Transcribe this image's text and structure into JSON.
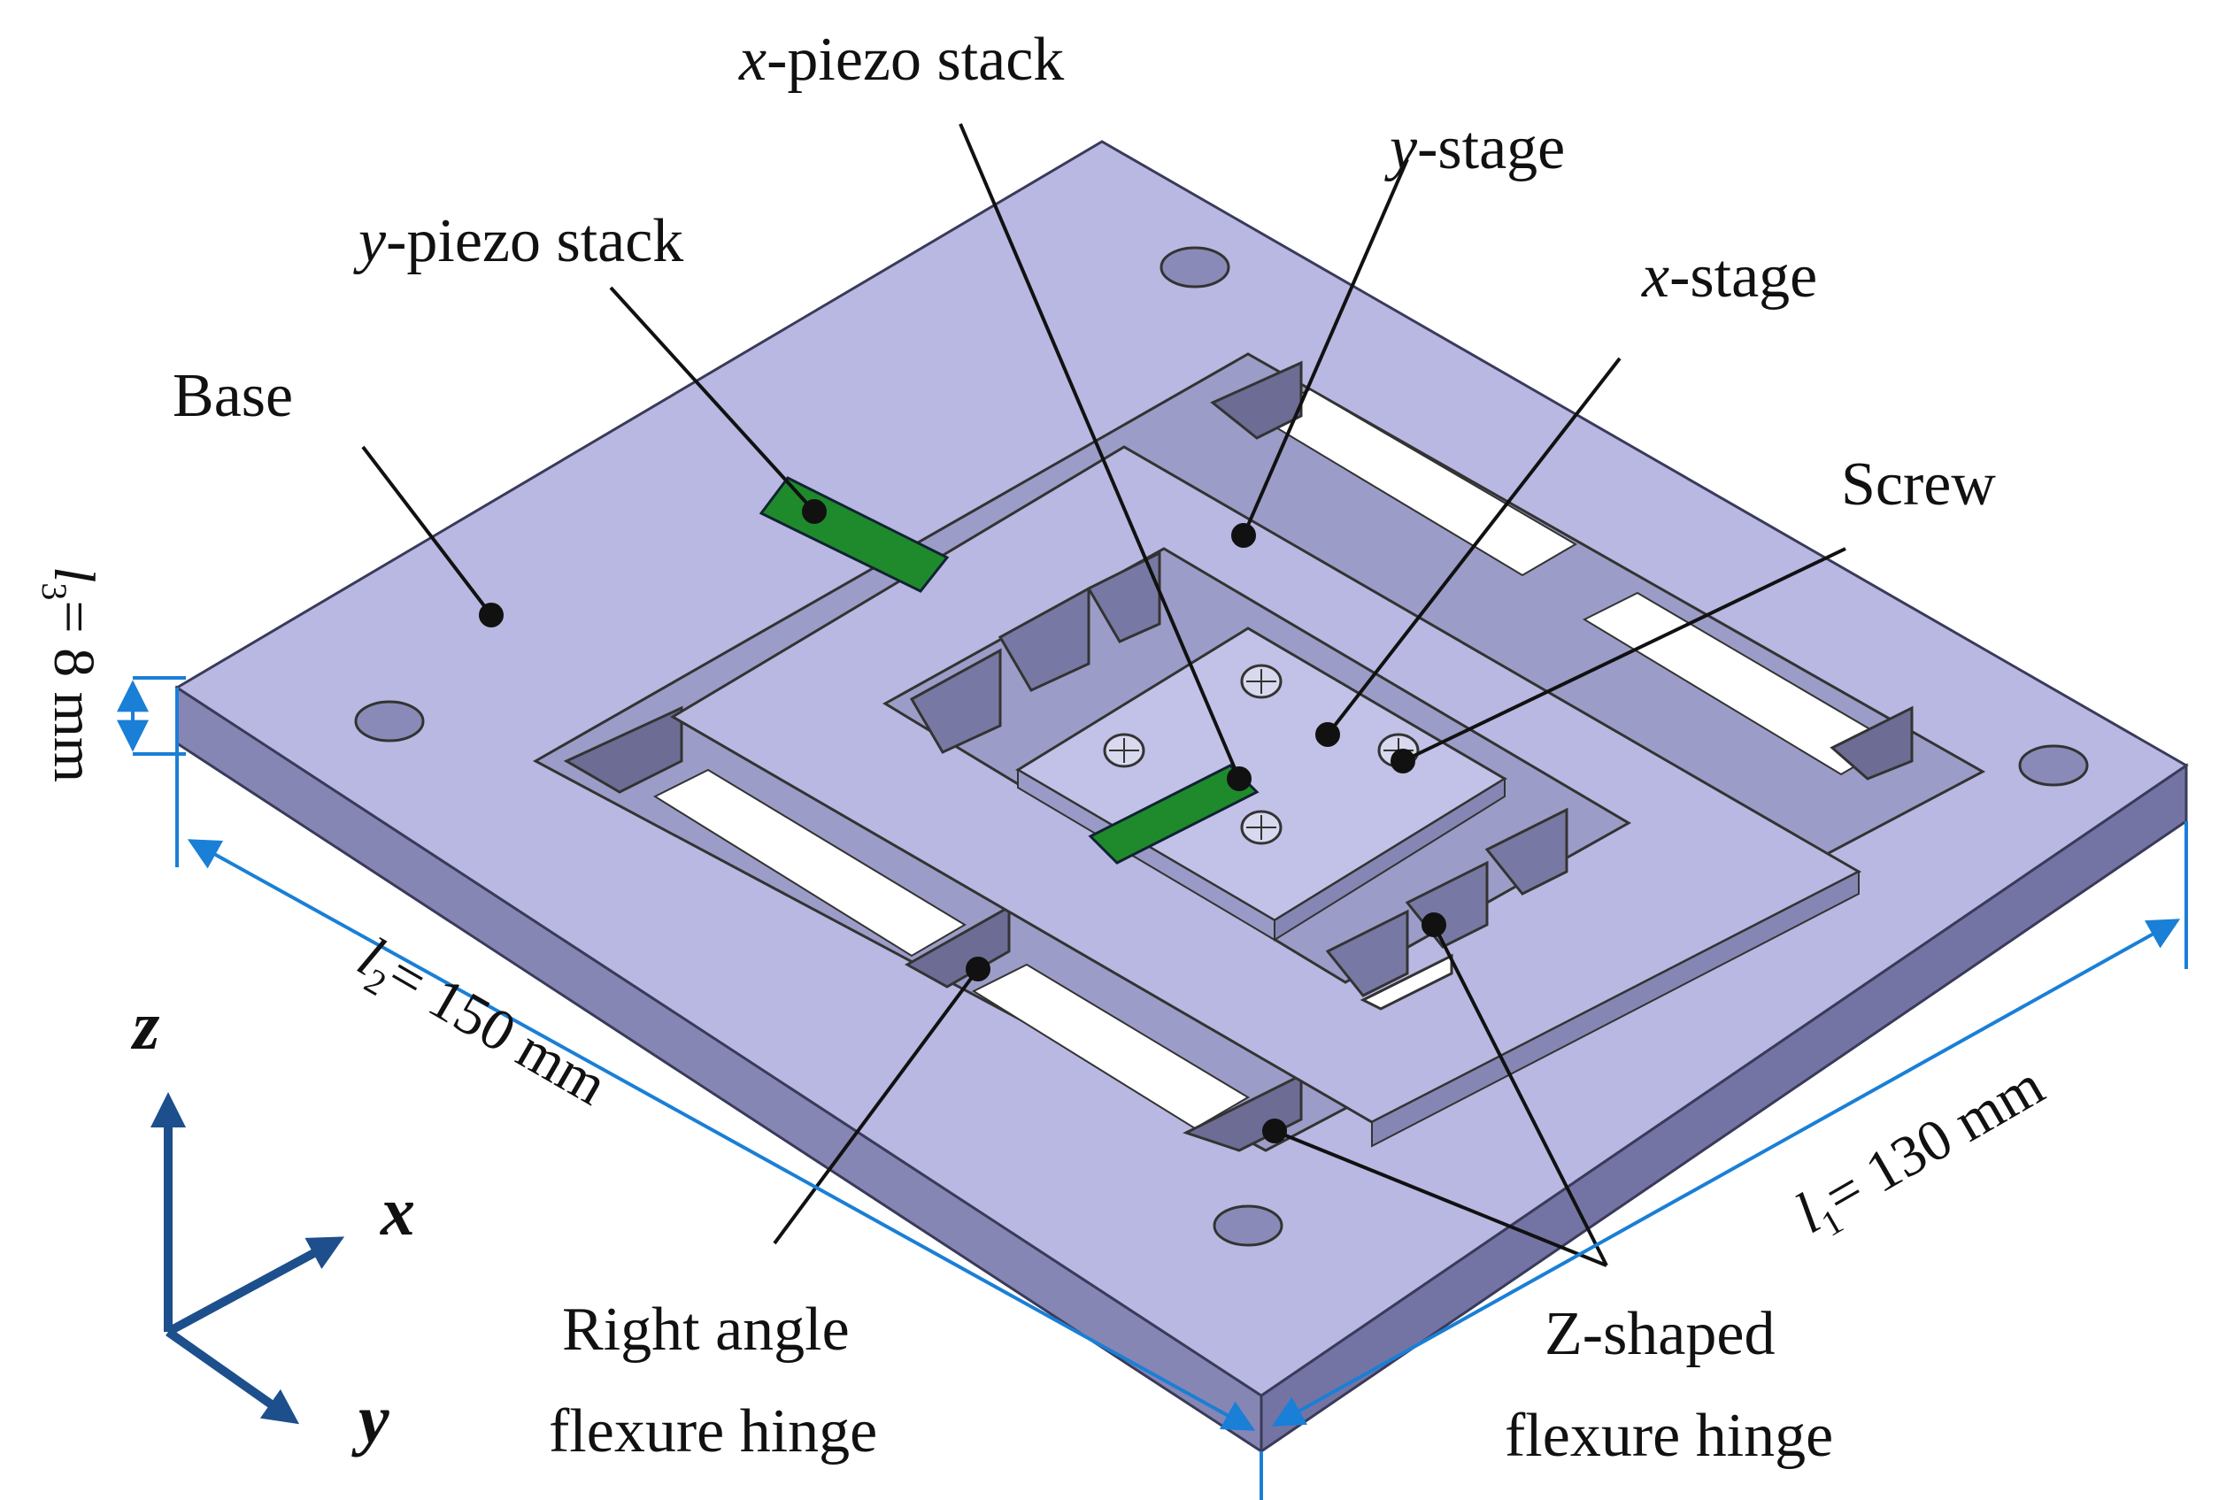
{
  "labels": {
    "x_piezo_var": "x",
    "x_piezo_rest": "-piezo stack",
    "y_piezo_var": "y",
    "y_piezo_rest": "-piezo stack",
    "y_stage_var": "y",
    "y_stage_rest": "-stage",
    "x_stage_var": "x",
    "x_stage_rest": "-stage",
    "base": "Base",
    "screw": "Screw",
    "right_angle_line1": "Right angle",
    "right_angle_line2": "flexure hinge",
    "z_shaped_line1": "Z-shaped",
    "z_shaped_line2": "flexure hinge"
  },
  "dimensions": {
    "l1_var": "l",
    "l1_sub": "1",
    "l1_rest": "= 130 mm",
    "l2_var": "l",
    "l2_sub": "2",
    "l2_rest": "= 150 mm",
    "l3_var": "l",
    "l3_sub": "3",
    "l3_rest": "= 8 mm"
  },
  "axes": {
    "z": "z",
    "x": "x",
    "y": "y"
  },
  "colors": {
    "plate_top": "#b8b8e2",
    "plate_side": "#8686b4",
    "piezo": "#1f8a2c",
    "dimension_line": "#1a7fd6",
    "axis_arrow": "#1c4f8c"
  }
}
